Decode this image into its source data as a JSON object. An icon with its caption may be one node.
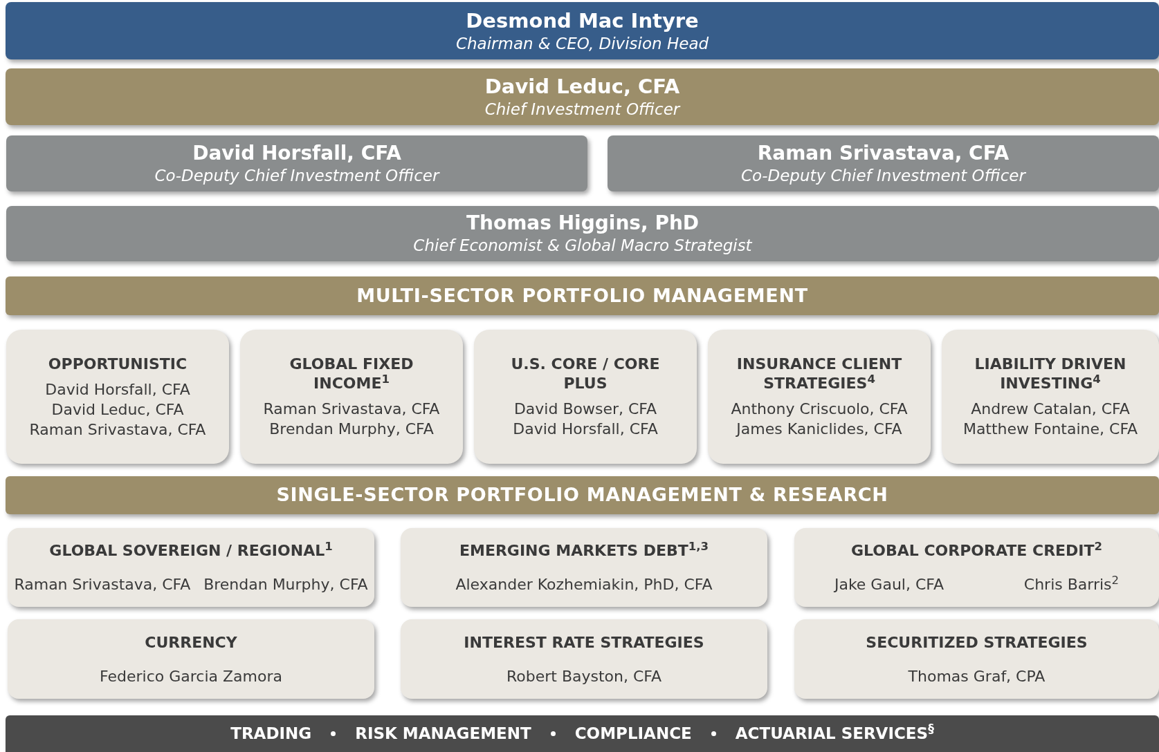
{
  "diagram": {
    "nodes": [
      {
        "text": [
          "Desmond Mac Intyre",
          "Chairman & CEO, Division Head"
        ]
      },
      {
        "text": [
          "David Leduc, CFA",
          "Chief Investment Officer"
        ]
      },
      {
        "text": [
          "David Horsfall, CFA",
          "Co-Deputy Chief Investment Officer"
        ]
      },
      {
        "text": [
          "Raman Srivastava, CFA",
          "Co-Deputy Chief Investment Officer"
        ]
      },
      {
        "text": [
          "Thomas Higgins, PhD",
          "Chief Economist & Global Macro Strategist"
        ]
      },
      {
        "text": [
          "MULTI-SECTOR PORTFOLIO MANAGEMENT"
        ]
      },
      {
        "text": [
          "OPPORTUNISTIC",
          "David Horsfall, CFA",
          "David Leduc, CFA",
          "Raman Srivastava, CFA"
        ]
      },
      {
        "text": [
          "GLOBAL FIXED INCOME$^{1}$",
          "Raman Srivastava, CFA",
          "Brendan Murphy, CFA"
        ]
      },
      {
        "text": [
          "U.S. CORE / CORE PLUS",
          "David Bowser, CFA",
          "David Horsfall, CFA"
        ]
      },
      {
        "text": [
          "INSURANCE CLIENT STRATEGIES$^{4}$",
          "Anthony Criscuolo, CFA",
          "James Kaniclides, CFA"
        ]
      },
      {
        "text": [
          "LIABILITY DRIVEN INVESTING$^{4}$",
          "Andrew Catalan, CFA",
          "Matthew Fontaine, CFA"
        ]
      },
      {
        "text": [
          "SINGLE-SECTOR PORTFOLIO MANAGEMENT & RESEARCH"
        ]
      },
      {
        "text": [
          "GLOBAL SOVEREIGN / REGIONAL$^{1}$",
          "Raman Srivastava, CFA",
          "Brendan Murphy, CFA"
        ]
      },
      {
        "text": [
          "EMERGING MARKETS DEBT$^{1,3}$",
          "Alexander Kozhemiakin, PhD, CFA"
        ]
      },
      {
        "text": [
          "GLOBAL CORPORATE CREDIT$^{2}$",
          "Jake Gaul, CFA",
          "Chris Barris$^{2}$"
        ]
      },
      {
        "text": [
          "CURRENCY",
          "Federico Garcia Zamora"
        ]
      },
      {
        "text": [
          "INTEREST RATE STRATEGIES",
          "Robert Bayston, CFA"
        ]
      },
      {
        "text": [
          "SECURITIZED STRATEGIES",
          "Thomas Graf, CPA"
        ]
      },
      {
        "text": [
          "TRADING",
          "RISK MANAGEMENT",
          "COMPLIANCE",
          "ACTUARIAL SERVICES$^{§}$"
        ]
      }
    ]
  }
}
